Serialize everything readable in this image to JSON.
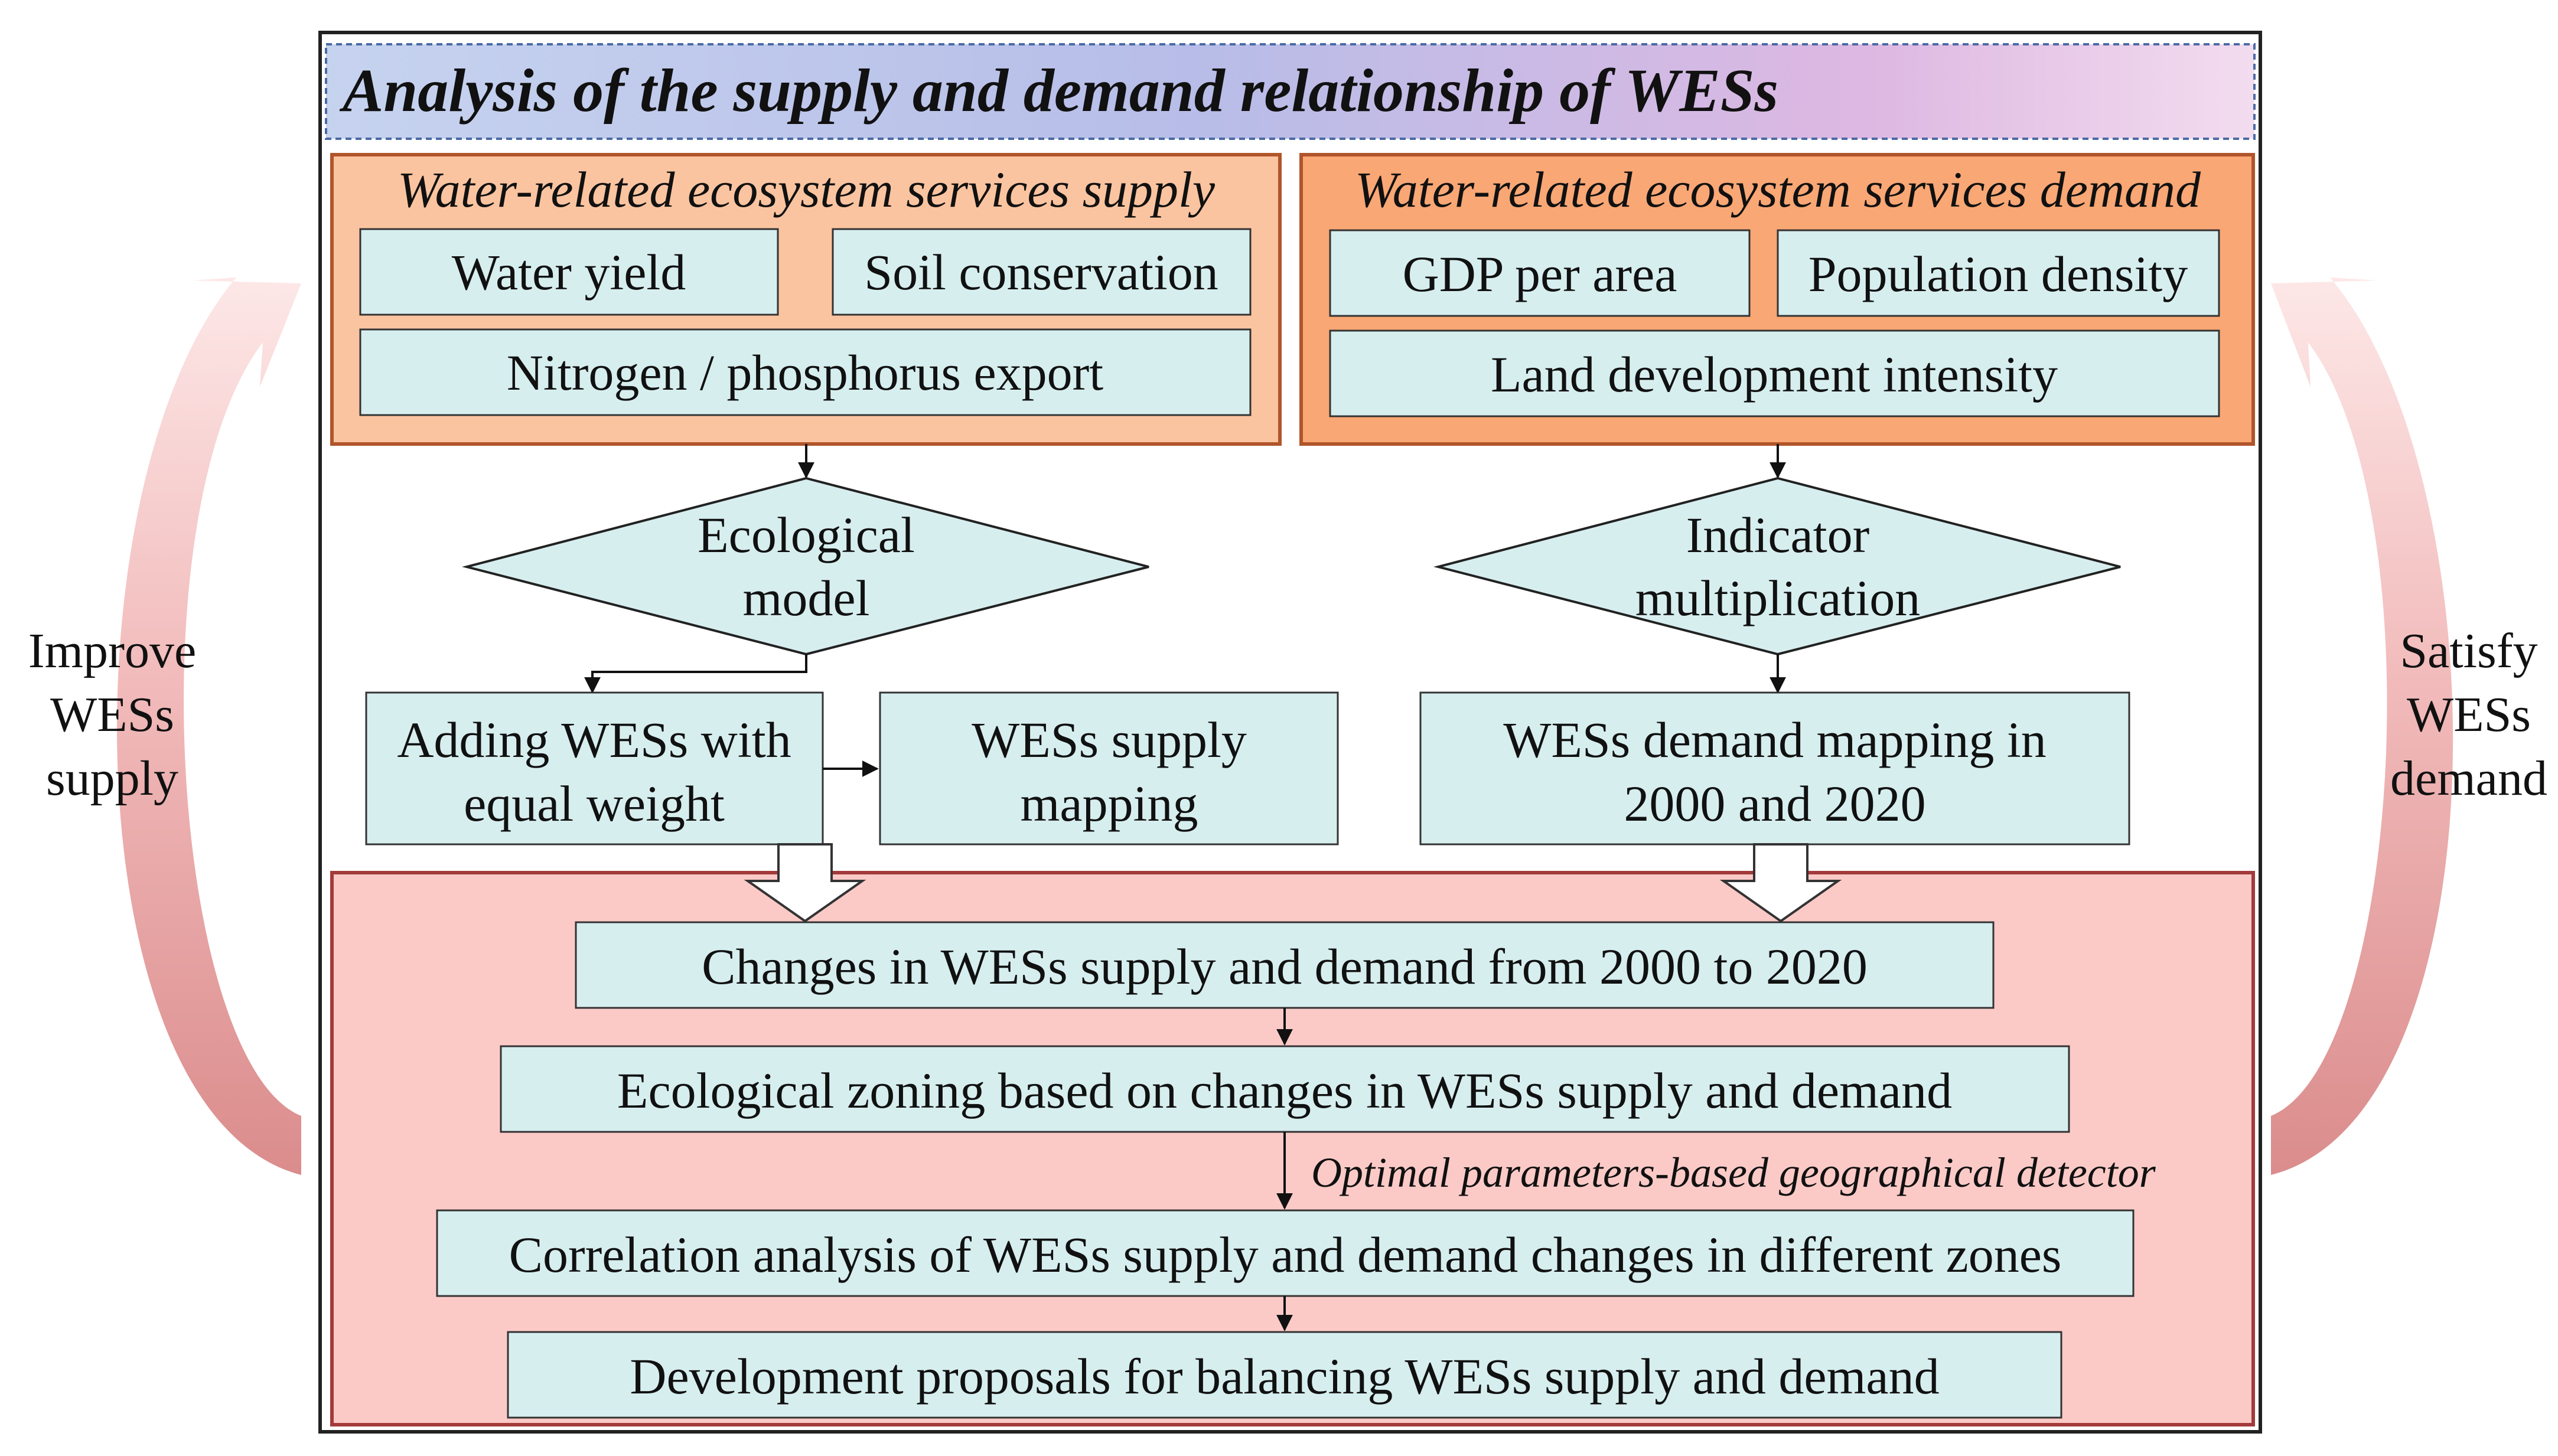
{
  "title": "Analysis of the supply and demand relationship of WESs",
  "supply": {
    "heading": "Water-related ecosystem services supply",
    "items": [
      "Water yield",
      "Soil conservation",
      "Nitrogen / phosphorus export"
    ]
  },
  "demand": {
    "heading": "Water-related ecosystem services demand",
    "items": [
      "GDP per area",
      "Population density",
      "Land development intensity"
    ]
  },
  "ecological_model": [
    "Ecological",
    "model"
  ],
  "indicator_multiplication": [
    "Indicator",
    "multiplication"
  ],
  "adding_wess": [
    "Adding WESs with",
    "equal weight"
  ],
  "supply_mapping": [
    "WESs supply",
    "mapping"
  ],
  "demand_mapping": [
    "WESs demand mapping in",
    "2000 and 2020"
  ],
  "steps": [
    "Changes in WESs supply and demand from 2000 to 2020",
    "Ecological zoning based on changes in WESs supply and demand",
    "Correlation analysis of WESs supply and demand changes in different zones",
    "Development proposals for balancing WESs supply and demand"
  ],
  "detector_note": "Optimal parameters-based geographical detector",
  "left_label": [
    "Improve",
    "WESs",
    "supply"
  ],
  "right_label": [
    "Satisfy",
    "WESs",
    "demand"
  ],
  "colors": {
    "supply_panel": "#fbc4a0",
    "demand_panel": "#f9a775",
    "bottom_panel": "#fbcac7",
    "node_fill": "#d7eeef",
    "side_arrow": "#e8a0a0"
  }
}
